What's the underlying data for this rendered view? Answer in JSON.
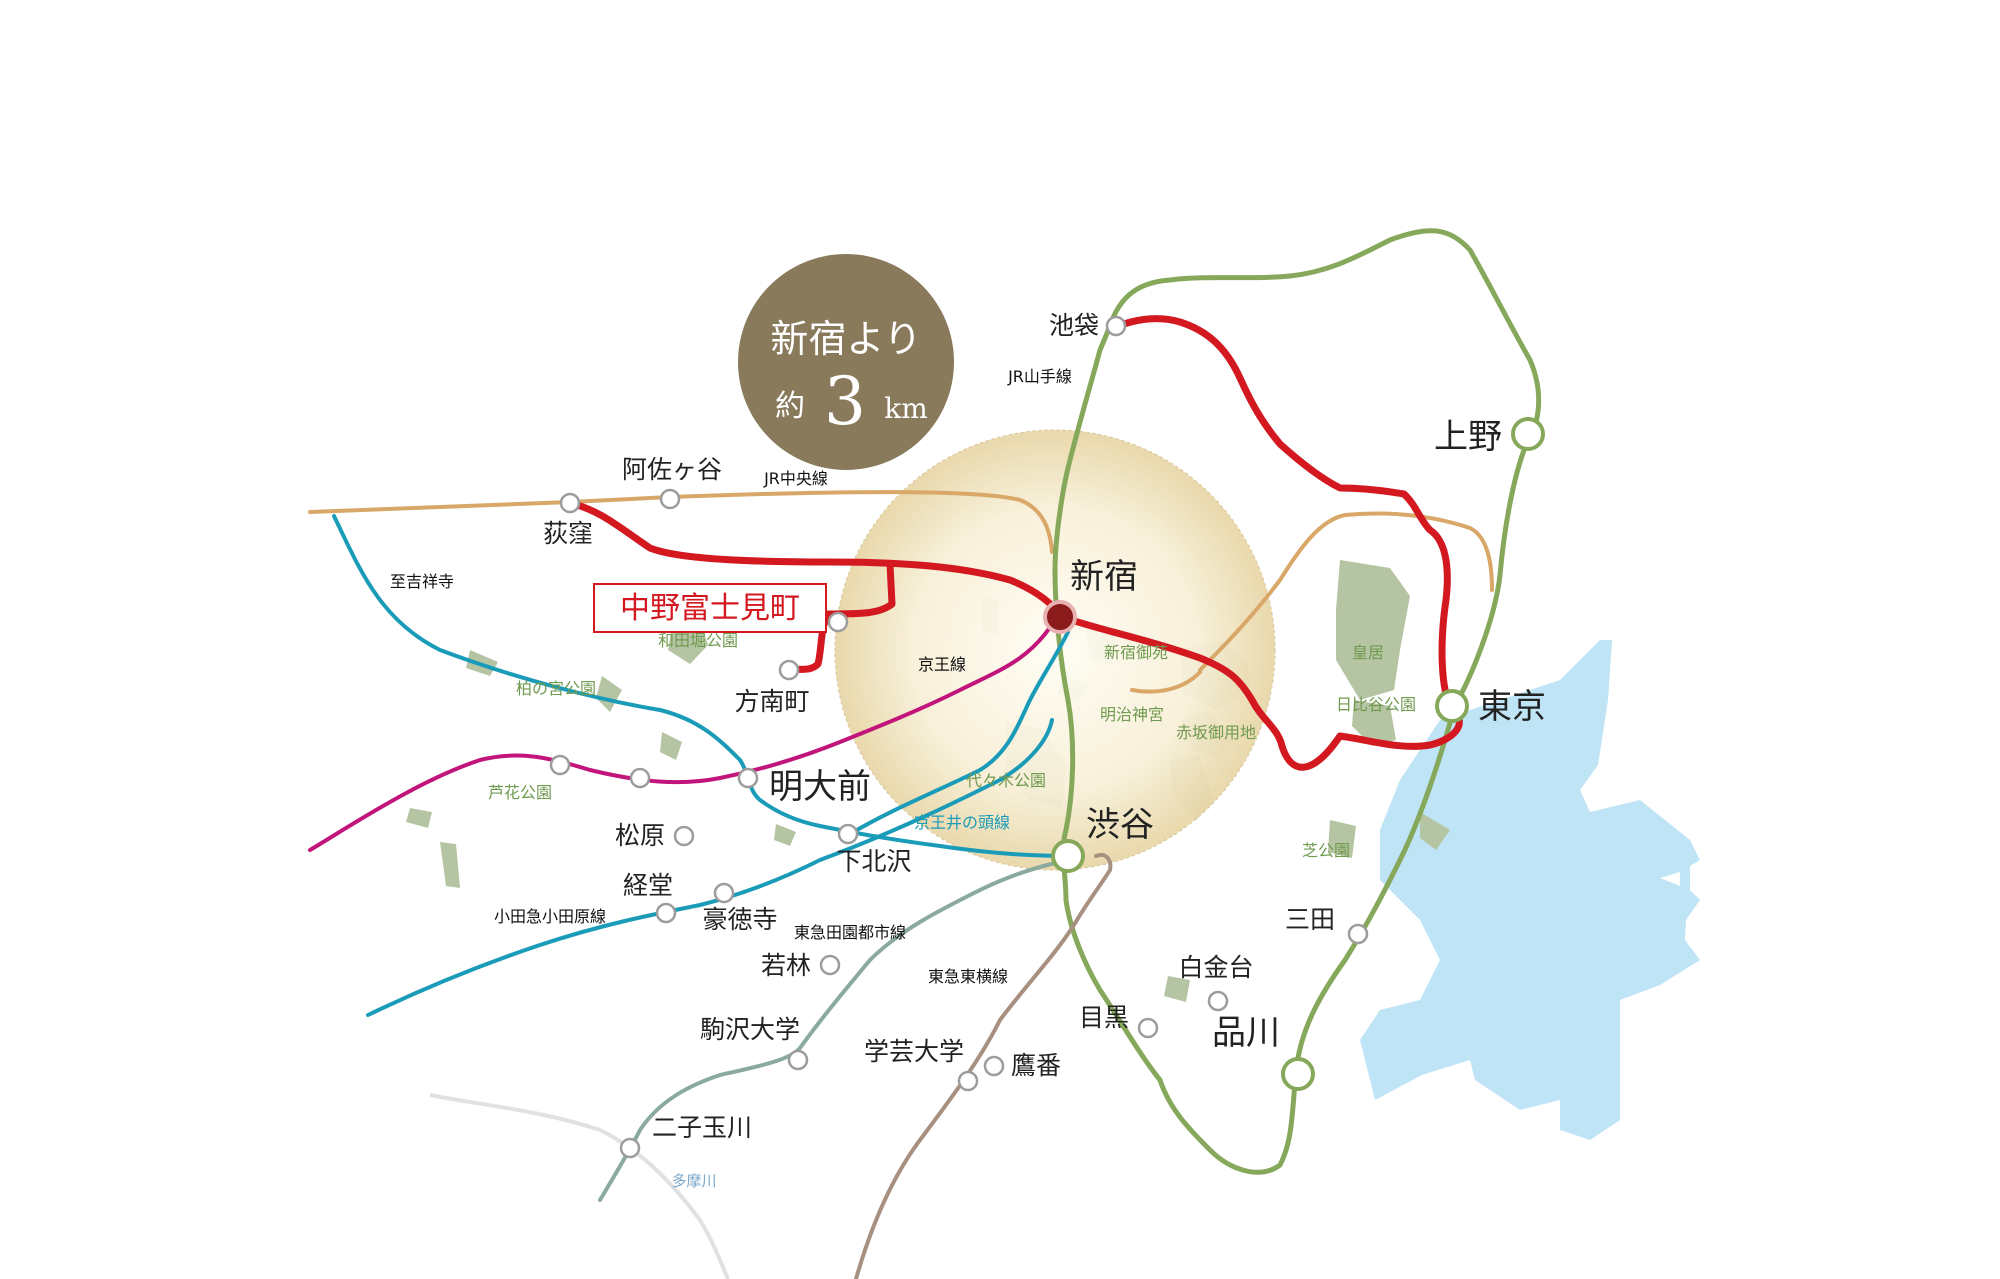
{
  "badge": {
    "line1": "新宿より",
    "prefix": "約",
    "number": "3",
    "unit": "km",
    "color": "#8a7a5c"
  },
  "home_station": {
    "label": "中野富士見町",
    "color": "#d31820"
  },
  "hub_station": {
    "label": "新宿",
    "color": "#8b1a1a"
  },
  "major_stations": {
    "ueno": "上野",
    "tokyo": "東京",
    "shibuya": "渋谷",
    "shinagawa": "品川",
    "meidaimae": "明大前"
  },
  "stations": {
    "ikebukuro": "池袋",
    "asagaya": "阿佐ヶ谷",
    "ogikubo": "荻窪",
    "honancho": "方南町",
    "matsubara": "松原",
    "shimokitazawa": "下北沢",
    "kyodo": "経堂",
    "gotokuji": "豪徳寺",
    "wakabayashi": "若林",
    "komazawa": "駒沢大学",
    "futakotamagawa": "二子玉川",
    "gakugei": "学芸大学",
    "takaban": "鷹番",
    "meguro": "目黒",
    "shirokanedai": "白金台",
    "mita": "三田"
  },
  "lines": {
    "yamanote": "JR山手線",
    "chuo": "JR中央線",
    "kichijoji": "至吉祥寺",
    "keio": "京王線",
    "inokashira": "京王井の頭線",
    "odakyu": "小田急小田原線",
    "denentoshi": "東急田園都市線",
    "toyoko": "東急東横線"
  },
  "parks": {
    "wadabori": "和田堀公園",
    "kashiwanomiya": "柏の宮公園",
    "rokakoen": "芦花公園",
    "shinjukugyoen": "新宿御苑",
    "meijijingu": "明治神宮",
    "akasaka": "赤坂御用地",
    "yoyogi": "代々木公園",
    "kokyo": "皇居",
    "hibiya": "日比谷公園",
    "shiba": "芝公園"
  },
  "river": "多摩川",
  "colors": {
    "yamanote": "#86a85a",
    "chuo": "#d9a868",
    "marunouchi": "#d31820",
    "inokashira": "#1a9bb8",
    "keio": "#c2157b",
    "denentoshi": "#8aaa9e",
    "toyoko": "#a89080",
    "park": "#b5c4a2",
    "water": "#bfe4f5"
  }
}
